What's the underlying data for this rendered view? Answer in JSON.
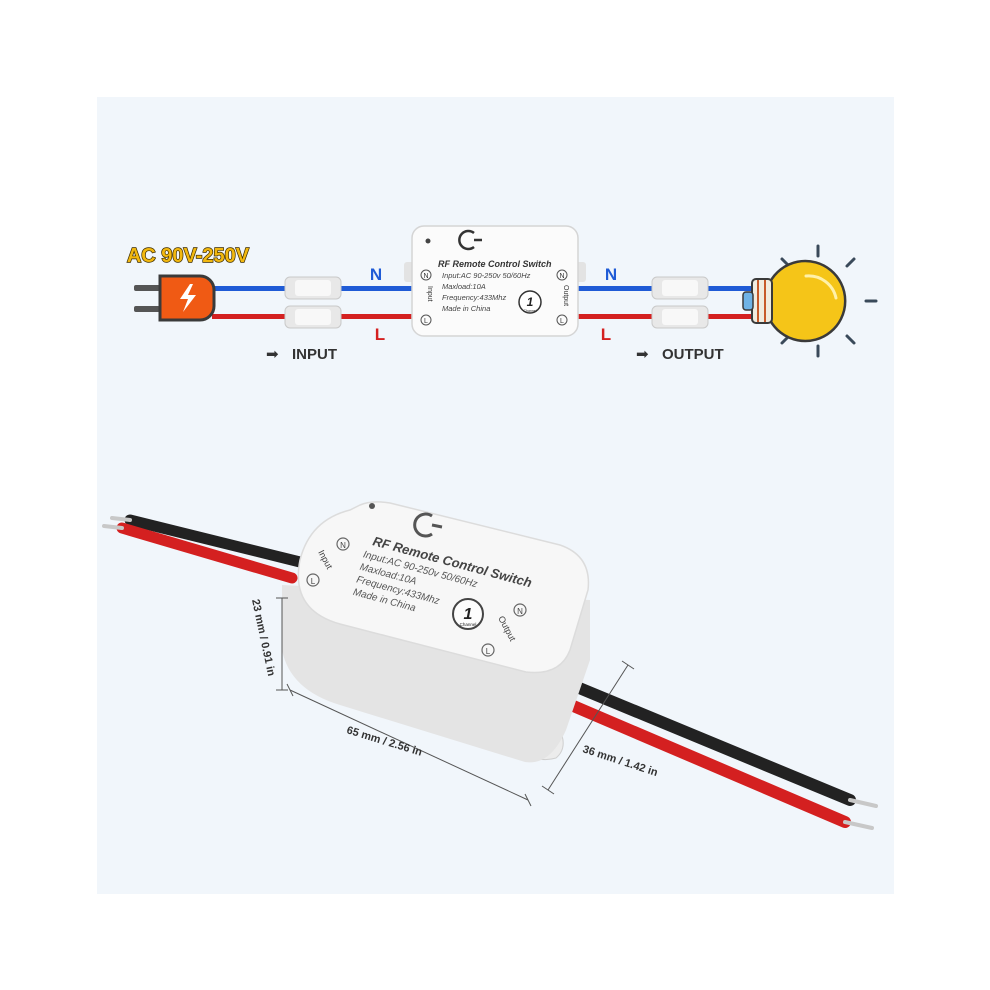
{
  "wiring": {
    "voltage_label": "AC 90V-250V",
    "neutral_left": "N",
    "live_left": "L",
    "neutral_right": "N",
    "live_right": "L",
    "input_label": "INPUT",
    "output_label": "OUTPUT",
    "arrow_glyph": "➡"
  },
  "module": {
    "title": "RF Remote Control Switch",
    "input_spec": "Input:AC 90-250v 50/60Hz",
    "maxload": "Maxload:10A",
    "frequency": "Frequency:433Mhz",
    "origin": "Made in China",
    "channel_number": "1",
    "channel_word": "Channel",
    "side_input": "Input",
    "side_output": "Output",
    "terminal_n": "N",
    "terminal_l": "L"
  },
  "photo_module": {
    "title": "RF Remote Control Switch",
    "input_spec": "Input:AC 90-250v 50/60Hz",
    "maxload": "Maxload:10A",
    "frequency": "Frequency:433Mhz",
    "origin": "Made in China",
    "channel_number": "1",
    "channel_word": "Channel",
    "side_input": "Input",
    "side_output": "Output",
    "terminal_n": "N",
    "terminal_l": "L"
  },
  "dimensions": {
    "height": "23 mm / 0.91 in",
    "length": "65 mm / 2.56 in",
    "width": "36 mm / 1.42 in"
  },
  "colors": {
    "neutral_wire": "#1f5bd6",
    "live_wire": "#d42020",
    "plug": "#f05a14",
    "bulb": "#f5c518",
    "voltage_text": "#f2b80f",
    "black_wire": "#222222",
    "red_wire": "#d42020"
  },
  "icons": [
    "plug-icon",
    "light-bulb-icon",
    "remote-logo-icon",
    "arrow-right-icon"
  ]
}
